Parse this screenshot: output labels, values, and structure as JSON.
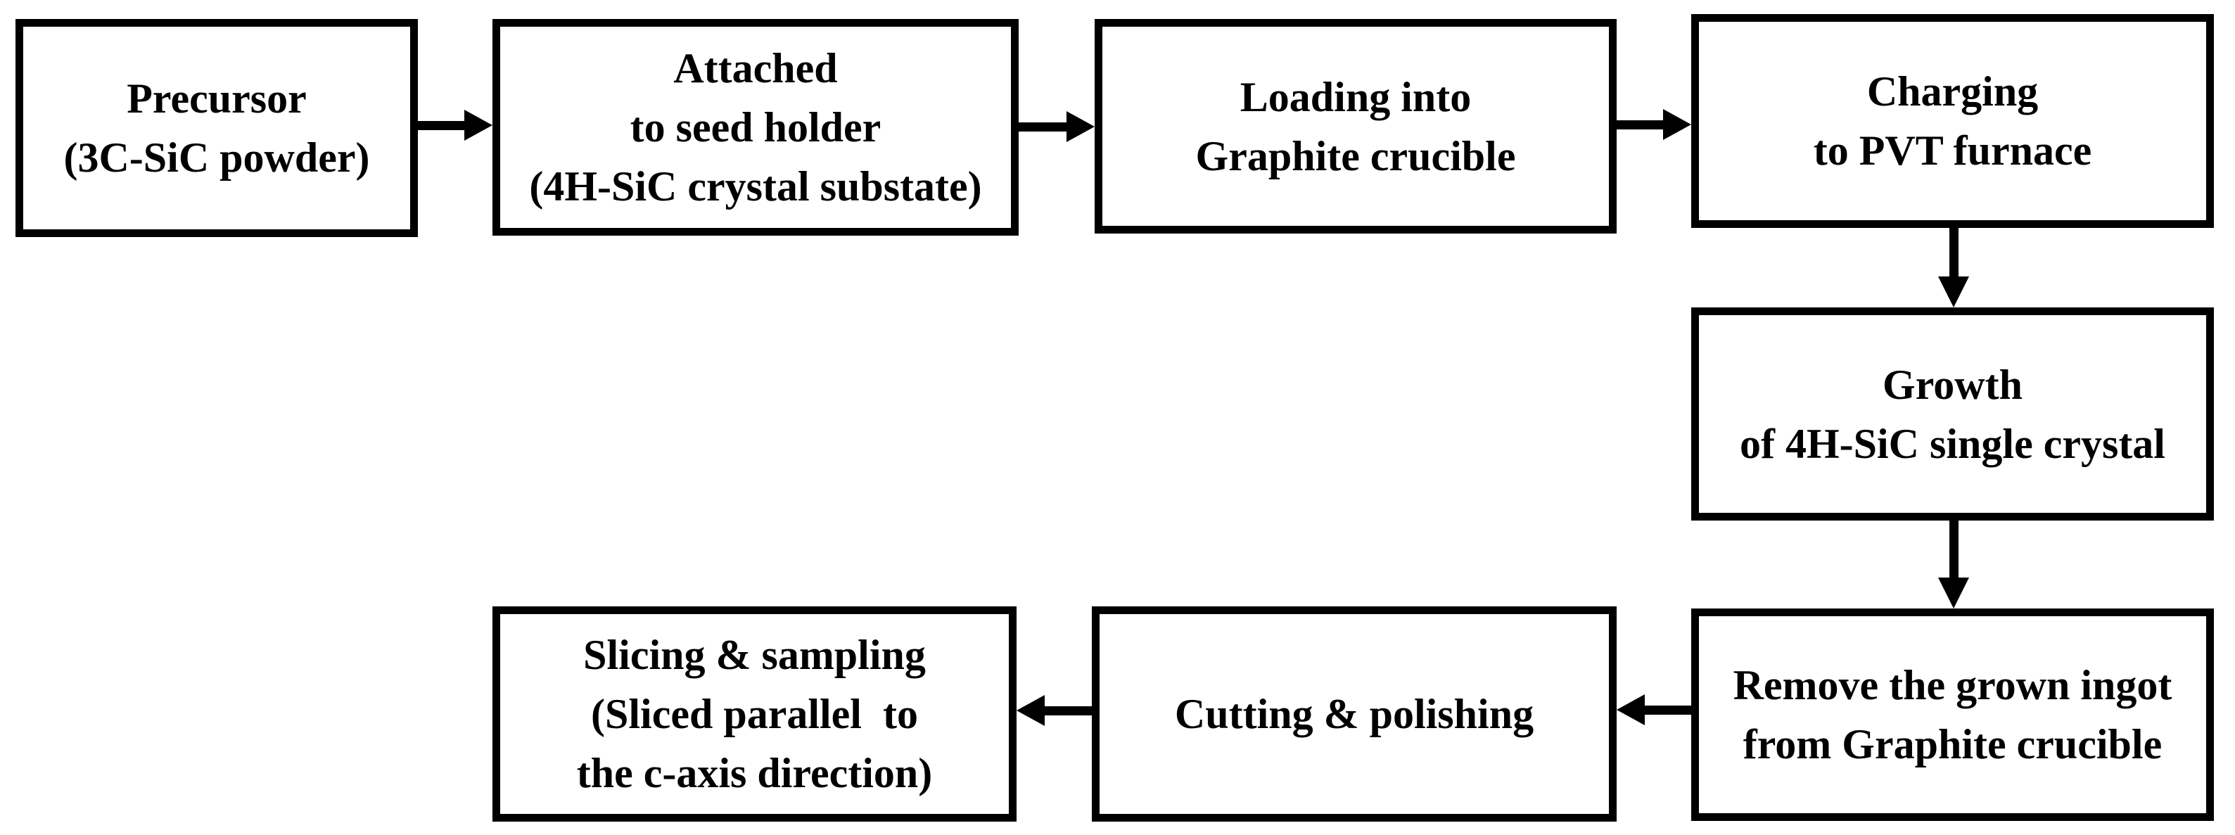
{
  "figure": {
    "type": "flowchart",
    "background_color": "#ffffff",
    "line_color": "#000000",
    "text_color": "#000000"
  },
  "flowchart": {
    "nodes": [
      {
        "id": "precursor",
        "lines": [
          "Precursor",
          "(3C-SiC powder)"
        ]
      },
      {
        "id": "attached-to-seed-holder",
        "lines": [
          "Attached",
          "to seed holder",
          "(4H-SiC crystal substate)"
        ]
      },
      {
        "id": "loading-into-graphite-crucible",
        "lines": [
          "Loading into",
          "Graphite crucible"
        ]
      },
      {
        "id": "charging-to-pvt-furnace",
        "lines": [
          "Charging",
          "to PVT furnace"
        ]
      },
      {
        "id": "growth-of-4h-sic-single-crystal",
        "lines": [
          "Growth",
          "of 4H-SiC single crystal"
        ]
      },
      {
        "id": "remove-grown-ingot",
        "lines": [
          "Remove the grown ingot",
          "from Graphite crucible"
        ]
      },
      {
        "id": "cutting-polishing",
        "lines": [
          "Cutting & polishing"
        ]
      },
      {
        "id": "slicing-sampling",
        "lines": [
          "Slicing & sampling",
          "(Sliced parallel  to",
          "the c-axis direction)"
        ]
      }
    ],
    "edges": [
      {
        "from": "precursor",
        "to": "attached-to-seed-holder",
        "direction": "right"
      },
      {
        "from": "attached-to-seed-holder",
        "to": "loading-into-graphite-crucible",
        "direction": "right"
      },
      {
        "from": "loading-into-graphite-crucible",
        "to": "charging-to-pvt-furnace",
        "direction": "right"
      },
      {
        "from": "charging-to-pvt-furnace",
        "to": "growth-of-4h-sic-single-crystal",
        "direction": "down"
      },
      {
        "from": "growth-of-4h-sic-single-crystal",
        "to": "remove-grown-ingot",
        "direction": "down"
      },
      {
        "from": "remove-grown-ingot",
        "to": "cutting-polishing",
        "direction": "left"
      },
      {
        "from": "cutting-polishing",
        "to": "slicing-sampling",
        "direction": "left"
      }
    ]
  }
}
